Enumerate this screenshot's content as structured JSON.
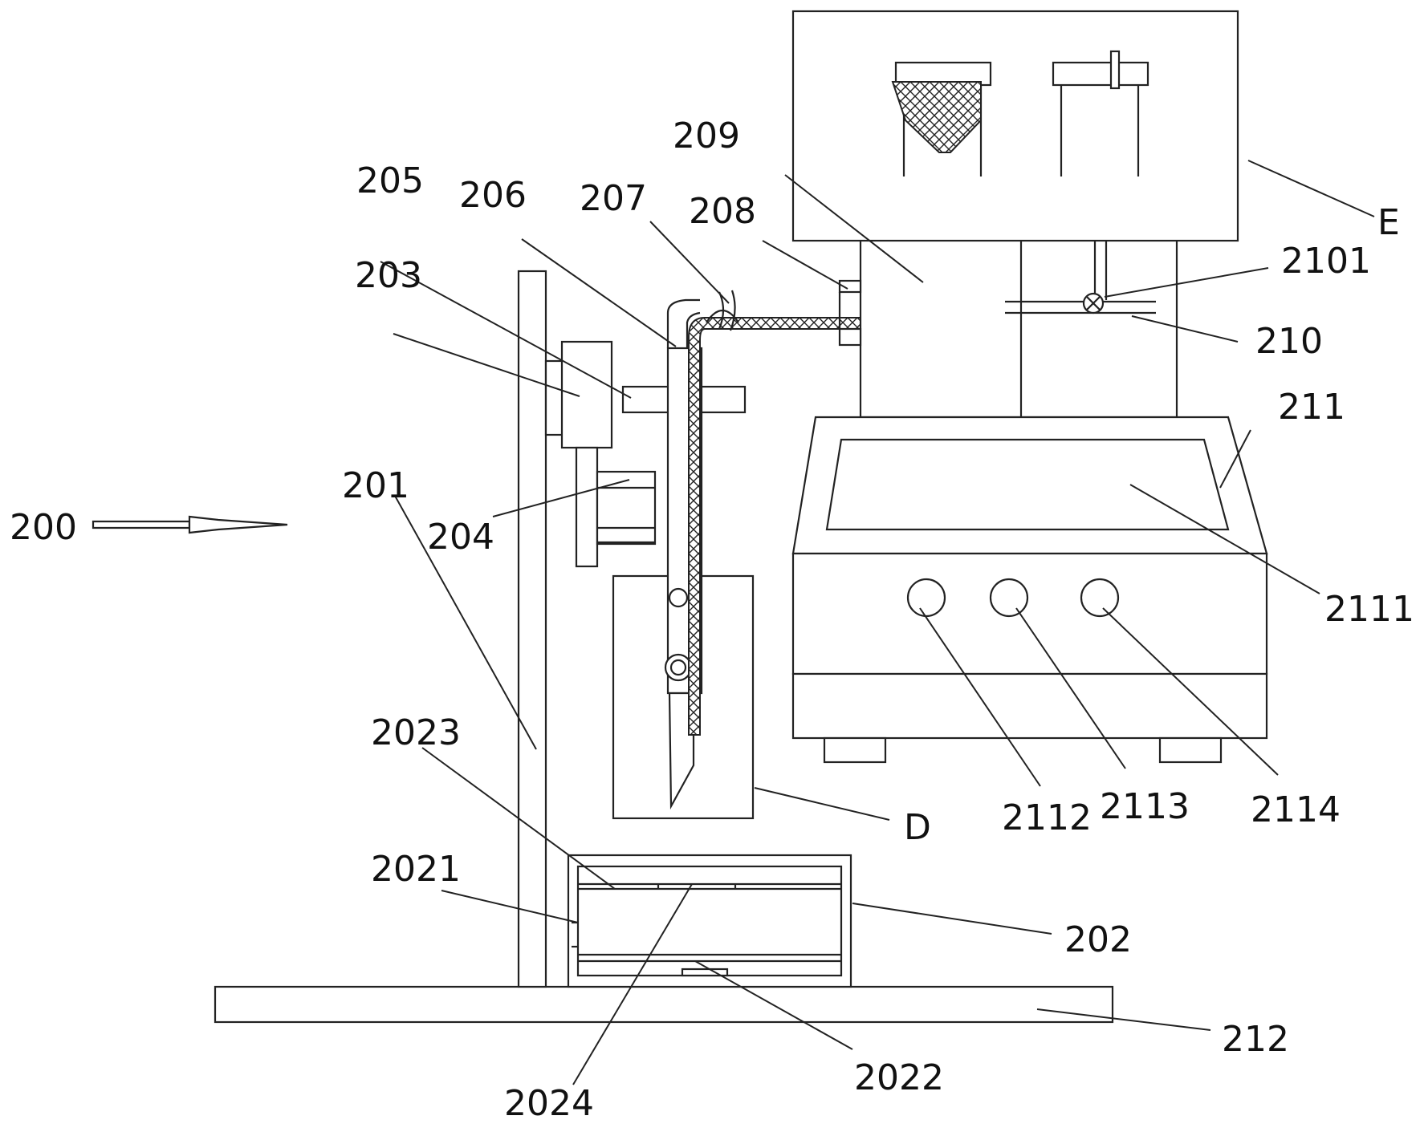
{
  "figure": {
    "labels": {
      "l200": "200",
      "l201": "201",
      "l202": "202",
      "l203": "203",
      "l204": "204",
      "l205": "205",
      "l206": "206",
      "l207": "207",
      "l208": "208",
      "l209": "209",
      "l210": "210",
      "l2101": "2101",
      "l211": "211",
      "l2111": "2111",
      "l2112": "2112",
      "l2113": "2113",
      "l2114": "2114",
      "l212": "212",
      "l2021": "2021",
      "l2022": "2022",
      "l2023": "2023",
      "l2024": "2024",
      "lD": "D",
      "lE": "E"
    }
  }
}
